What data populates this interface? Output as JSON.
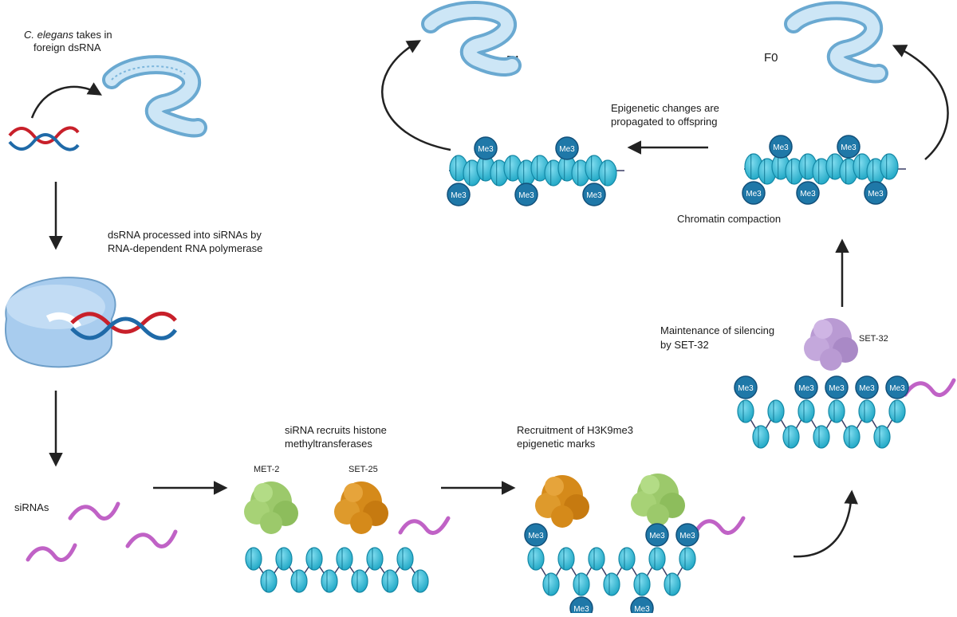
{
  "captions": {
    "intake_italic": "C. elegans",
    "intake_rest": " takes in",
    "intake_line2": "foreign dsRNA",
    "processed_line1": "dsRNA processed into siRNAs by",
    "processed_line2": "RNA-dependent RNA polymerase",
    "sirnas": "siRNAs",
    "recruits_line1": "siRNA recruits histone",
    "recruits_line2": "methyltransferases",
    "h3k9_line1": "Recruitment  of H3K9me3",
    "h3k9_line2": "epigenetic marks",
    "maint_line1": "Maintenance of silencing",
    "maint_line2": "by SET-32",
    "compaction": "Chromatin compaction",
    "propagated_line1": "Epigenetic changes are",
    "propagated_line2": "propagated to offspring"
  },
  "generations": {
    "f0": "F0",
    "f1": "F1"
  },
  "proteins": {
    "met2": "MET-2",
    "set25": "SET-25",
    "set32": "SET-32"
  },
  "mark_label": "Me3",
  "colors": {
    "nucleosome": "#2ab8d4",
    "mark": "#1f78a8",
    "met2": "#9cc96b",
    "set25": "#d58a1a",
    "set32": "#b99ad3",
    "sirna": "#c062c6",
    "dna_red": "#c8202a",
    "dna_blue": "#1f6aa8",
    "worm": "#9ccbe6",
    "polymerase": "#a8ccee"
  }
}
